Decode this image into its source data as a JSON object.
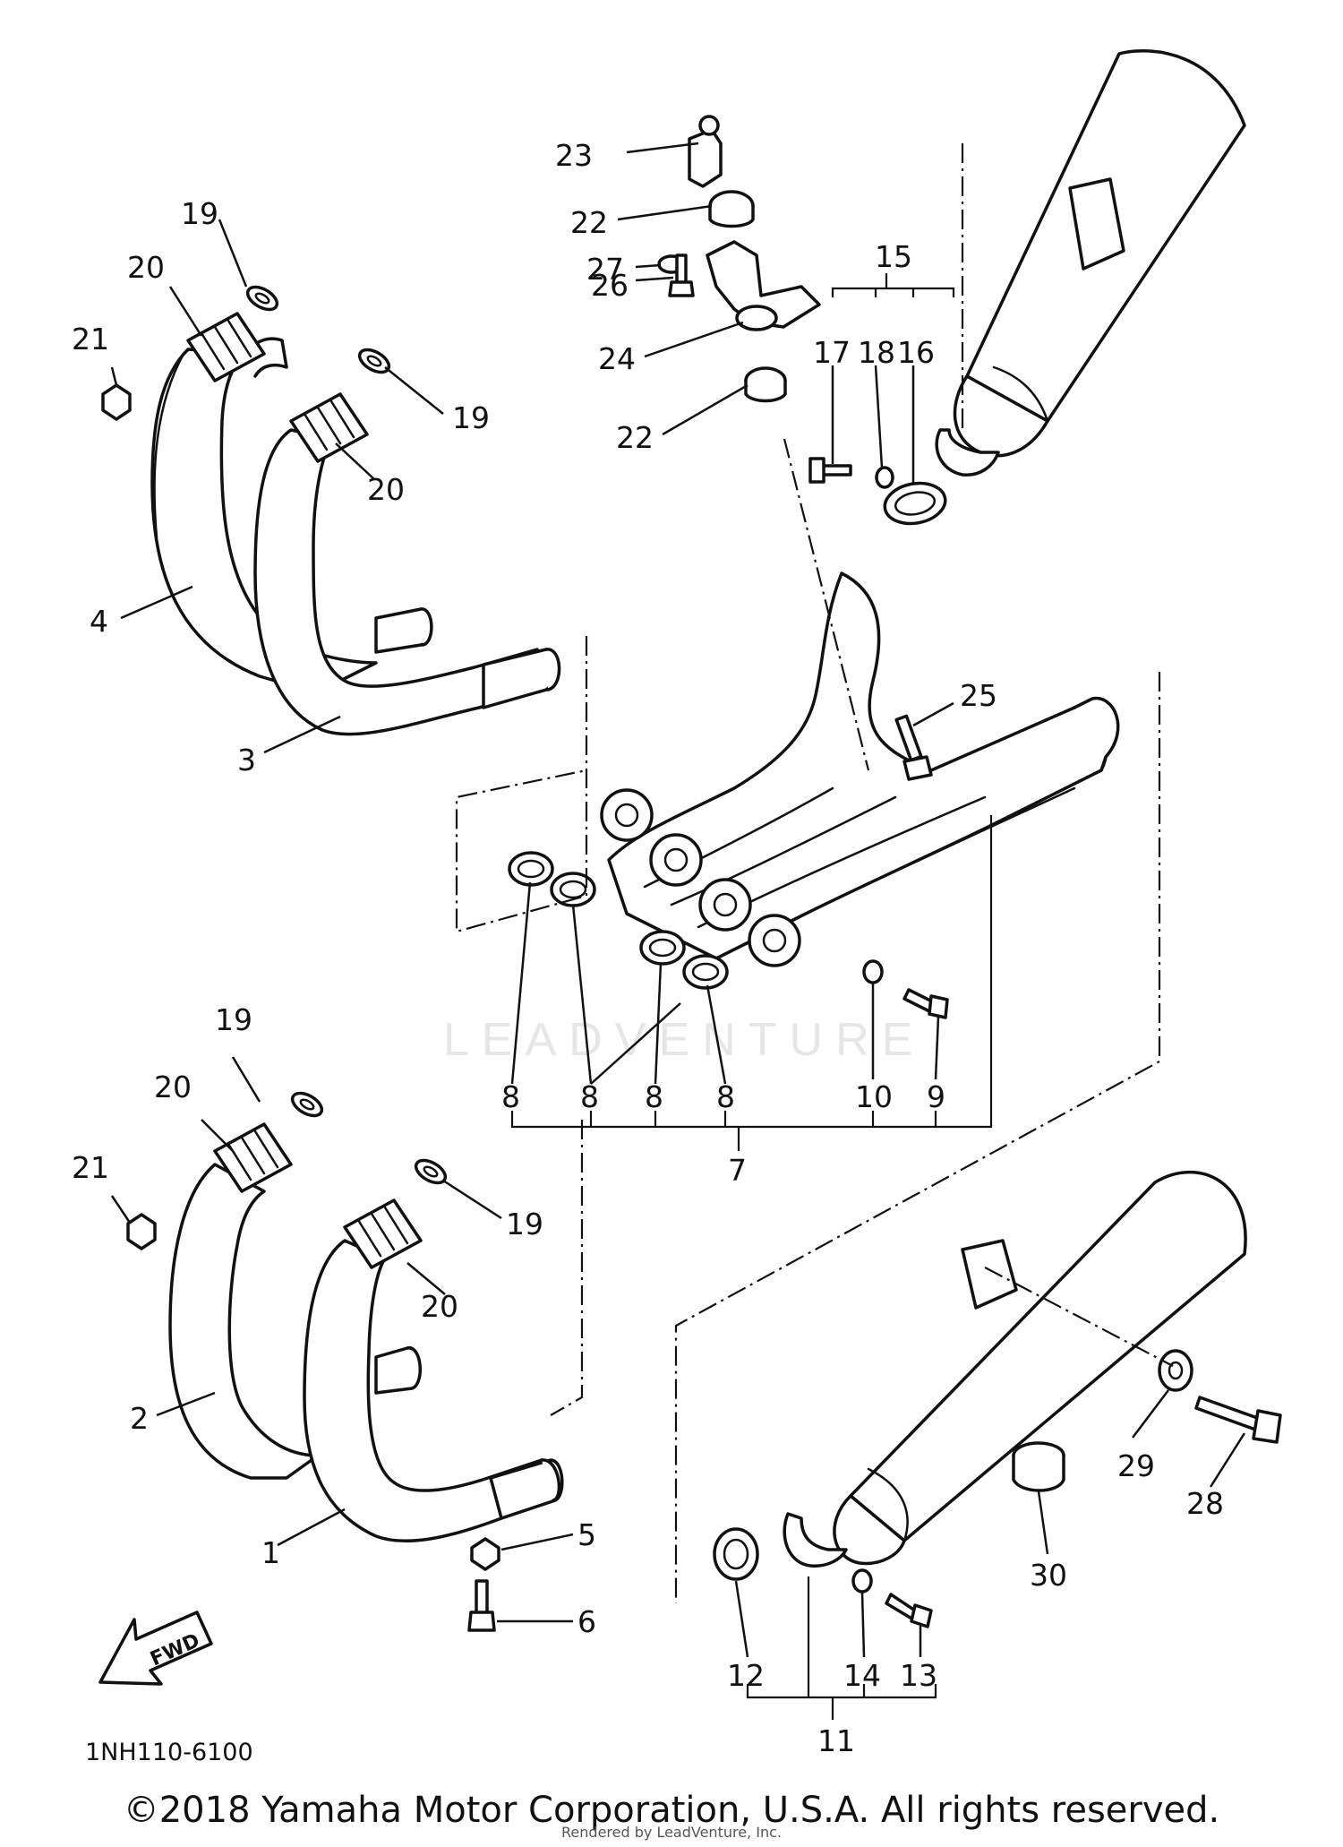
{
  "diagram_code": "1NH110-6100",
  "fwd_label": "FWD",
  "watermark": "LEADVENTURE",
  "copyright": "©2018 Yamaha Motor Corporation, U.S.A. All rights reserved.",
  "rendered_by": "Rendered by LeadVenture, Inc.",
  "callouts": {
    "p1": "1",
    "p2": "2",
    "p3": "3",
    "p4": "4",
    "p5": "5",
    "p6": "6",
    "p7": "7",
    "p8": "8",
    "p9": "9",
    "p10": "10",
    "p11": "11",
    "p12": "12",
    "p13": "13",
    "p14": "14",
    "p15": "15",
    "p16": "16",
    "p17": "17",
    "p18": "18",
    "p19": "19",
    "p20": "20",
    "p21": "21",
    "p22": "22",
    "p23": "23",
    "p24": "24",
    "p25": "25",
    "p26": "26",
    "p27": "27",
    "p28": "28",
    "p29": "29",
    "p30": "30"
  }
}
